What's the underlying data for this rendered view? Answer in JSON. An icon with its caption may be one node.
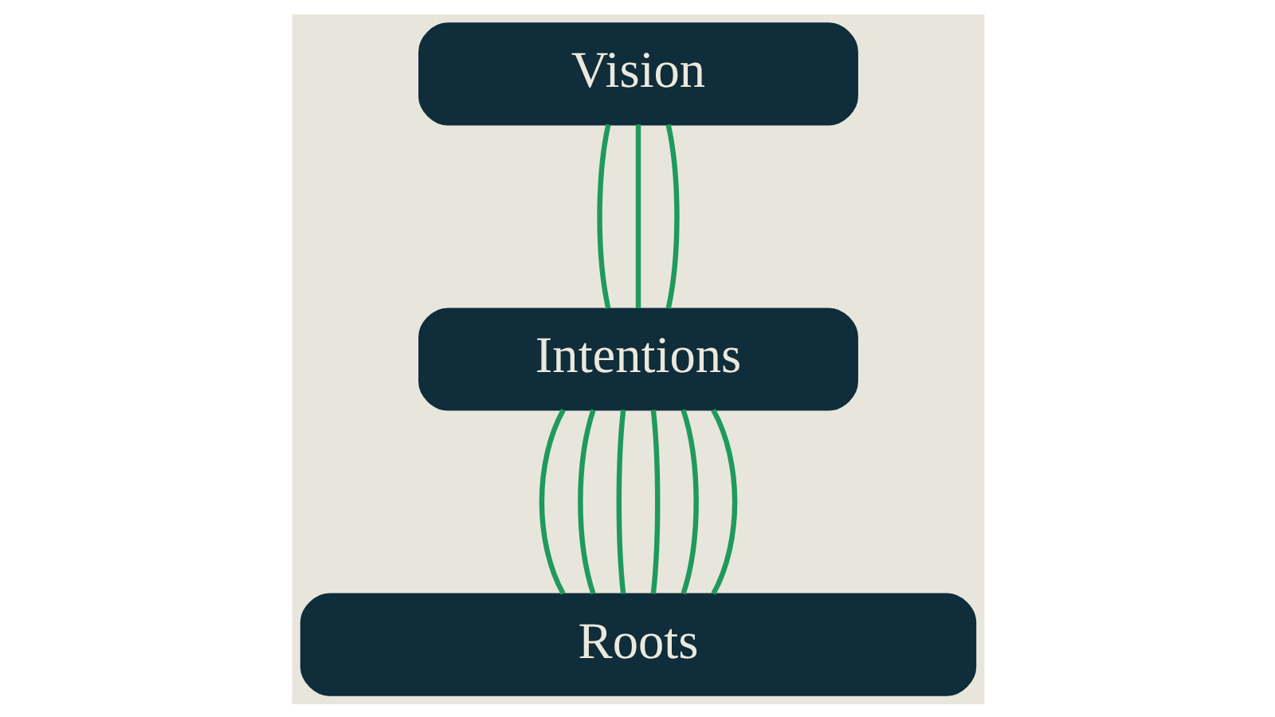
{
  "diagram": {
    "nodes": [
      {
        "text": [
          "Vision"
        ]
      },
      {
        "text": [
          "Intentions"
        ]
      },
      {
        "text": [
          "Roots"
        ]
      }
    ],
    "edges": [
      {
        "from": 0,
        "to": 1,
        "arrow": "none"
      },
      {
        "from": 0,
        "to": 1,
        "arrow": "none"
      },
      {
        "from": 0,
        "to": 1,
        "arrow": "none"
      },
      {
        "from": 1,
        "to": 2,
        "arrow": "none"
      },
      {
        "from": 1,
        "to": 2,
        "arrow": "none"
      },
      {
        "from": 1,
        "to": 2,
        "arrow": "none"
      },
      {
        "from": 1,
        "to": 2,
        "arrow": "none"
      },
      {
        "from": 1,
        "to": 2,
        "arrow": "none"
      },
      {
        "from": 1,
        "to": 2,
        "arrow": "none"
      }
    ]
  }
}
